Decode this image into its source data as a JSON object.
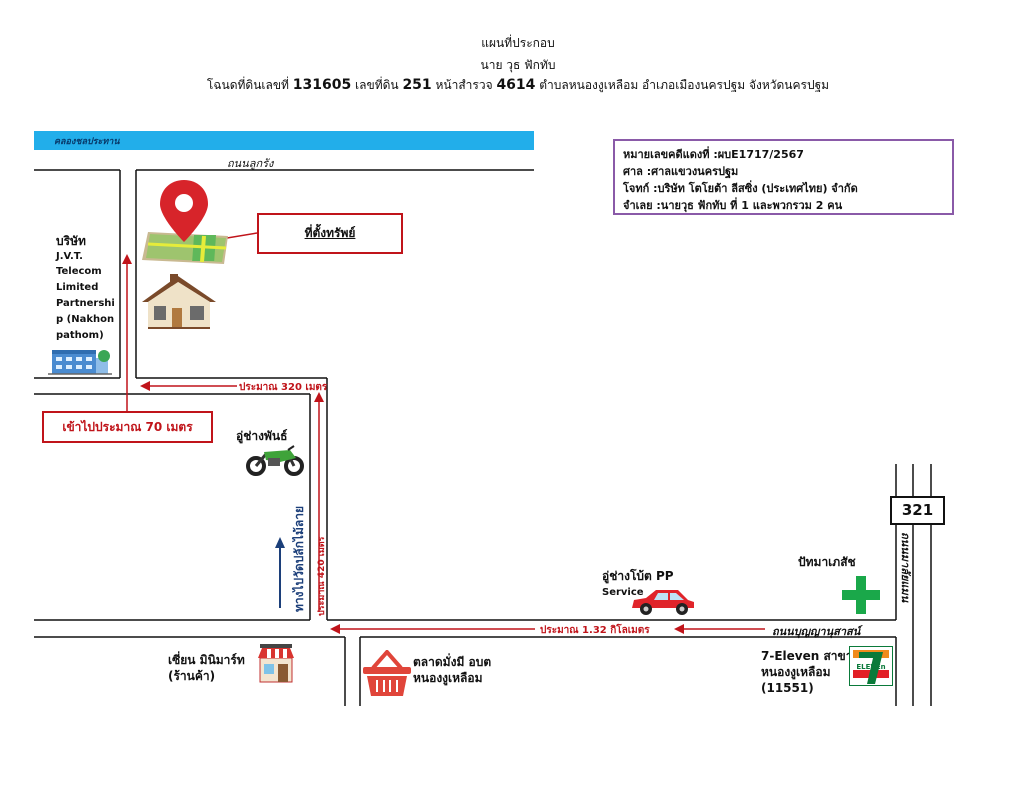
{
  "header": {
    "title": "แผนที่ประกอบ",
    "owner": "นาย วุธ ฟักทับ",
    "deed_prefix": "โฉนดที่ดินเลขที่ ",
    "deed_no": "131605",
    "land_prefix": "  เลขที่ดิน ",
    "land_no": "251",
    "survey_prefix": " หน้าสำรวจ ",
    "survey_no": "4614",
    "location": " ตำบลหนองงูเหลือม อำเภอเมืองนครปฐม จังหวัดนครปฐม"
  },
  "case_box": {
    "line1": "หมายเลขคดีแดงที่ :ผบE1717/2567",
    "line2": "ศาล :ศาลแขวงนครปฐม",
    "line3": "โจทก์ :บริษัท โตโยต้า ลีสซิ่ง (ประเทศไทย) จำกัด",
    "line4": "จำเลย :นายวุธ ฟักทับ ที่ 1 และพวกรวม 2 คน"
  },
  "map": {
    "canal": "คลองชลประทาน",
    "road_top": "ถนนลูกรัง",
    "property_label": "ที่ตั้งทรัพย์",
    "entry_distance": "เข้าไปประมาณ 70 เมตร",
    "dist_320": "ประมาณ 320 เมตร",
    "dist_420": "ประมาณ 420 เมตร",
    "dist_132": "ประมาณ 1.32 กิโลเมตร",
    "road_wat": "ทางไปวัดปลักไม้ลาย",
    "road_boonya": "ถนนบุญญานุสาสน์",
    "road_main": "ถนนมาลัยแมน",
    "route_no": "321",
    "company": [
      "บริษัท",
      "J.V.T.",
      "Telecom",
      "Limited",
      "Partnershi",
      "p (Nakhon",
      "pathom)"
    ],
    "bike_shop": "อู่ช่างพันธ์",
    "car_shop_1": "อู่ช่างโบ้ต PP",
    "car_shop_2": "Service",
    "pharmacy": "ปัทมาเภสัช",
    "minimart_1": "เซี่ยน มินิมาร์ท",
    "minimart_2": "(ร้านค้า)",
    "market_1": "ตลาดมั่งมี อบต",
    "market_2": "หนองงูเหลือม",
    "seven_1": "7-Eleven สาขา",
    "seven_2": "หนองงูเหลือม",
    "seven_3": "(11551)",
    "seven_logo_text": "ELEVEn"
  },
  "colors": {
    "canal": "#22aeea",
    "red": "#c0141a",
    "case_border": "#8a5aa8",
    "pharmacy_green": "#1aa84a",
    "road_line": "#111111"
  }
}
